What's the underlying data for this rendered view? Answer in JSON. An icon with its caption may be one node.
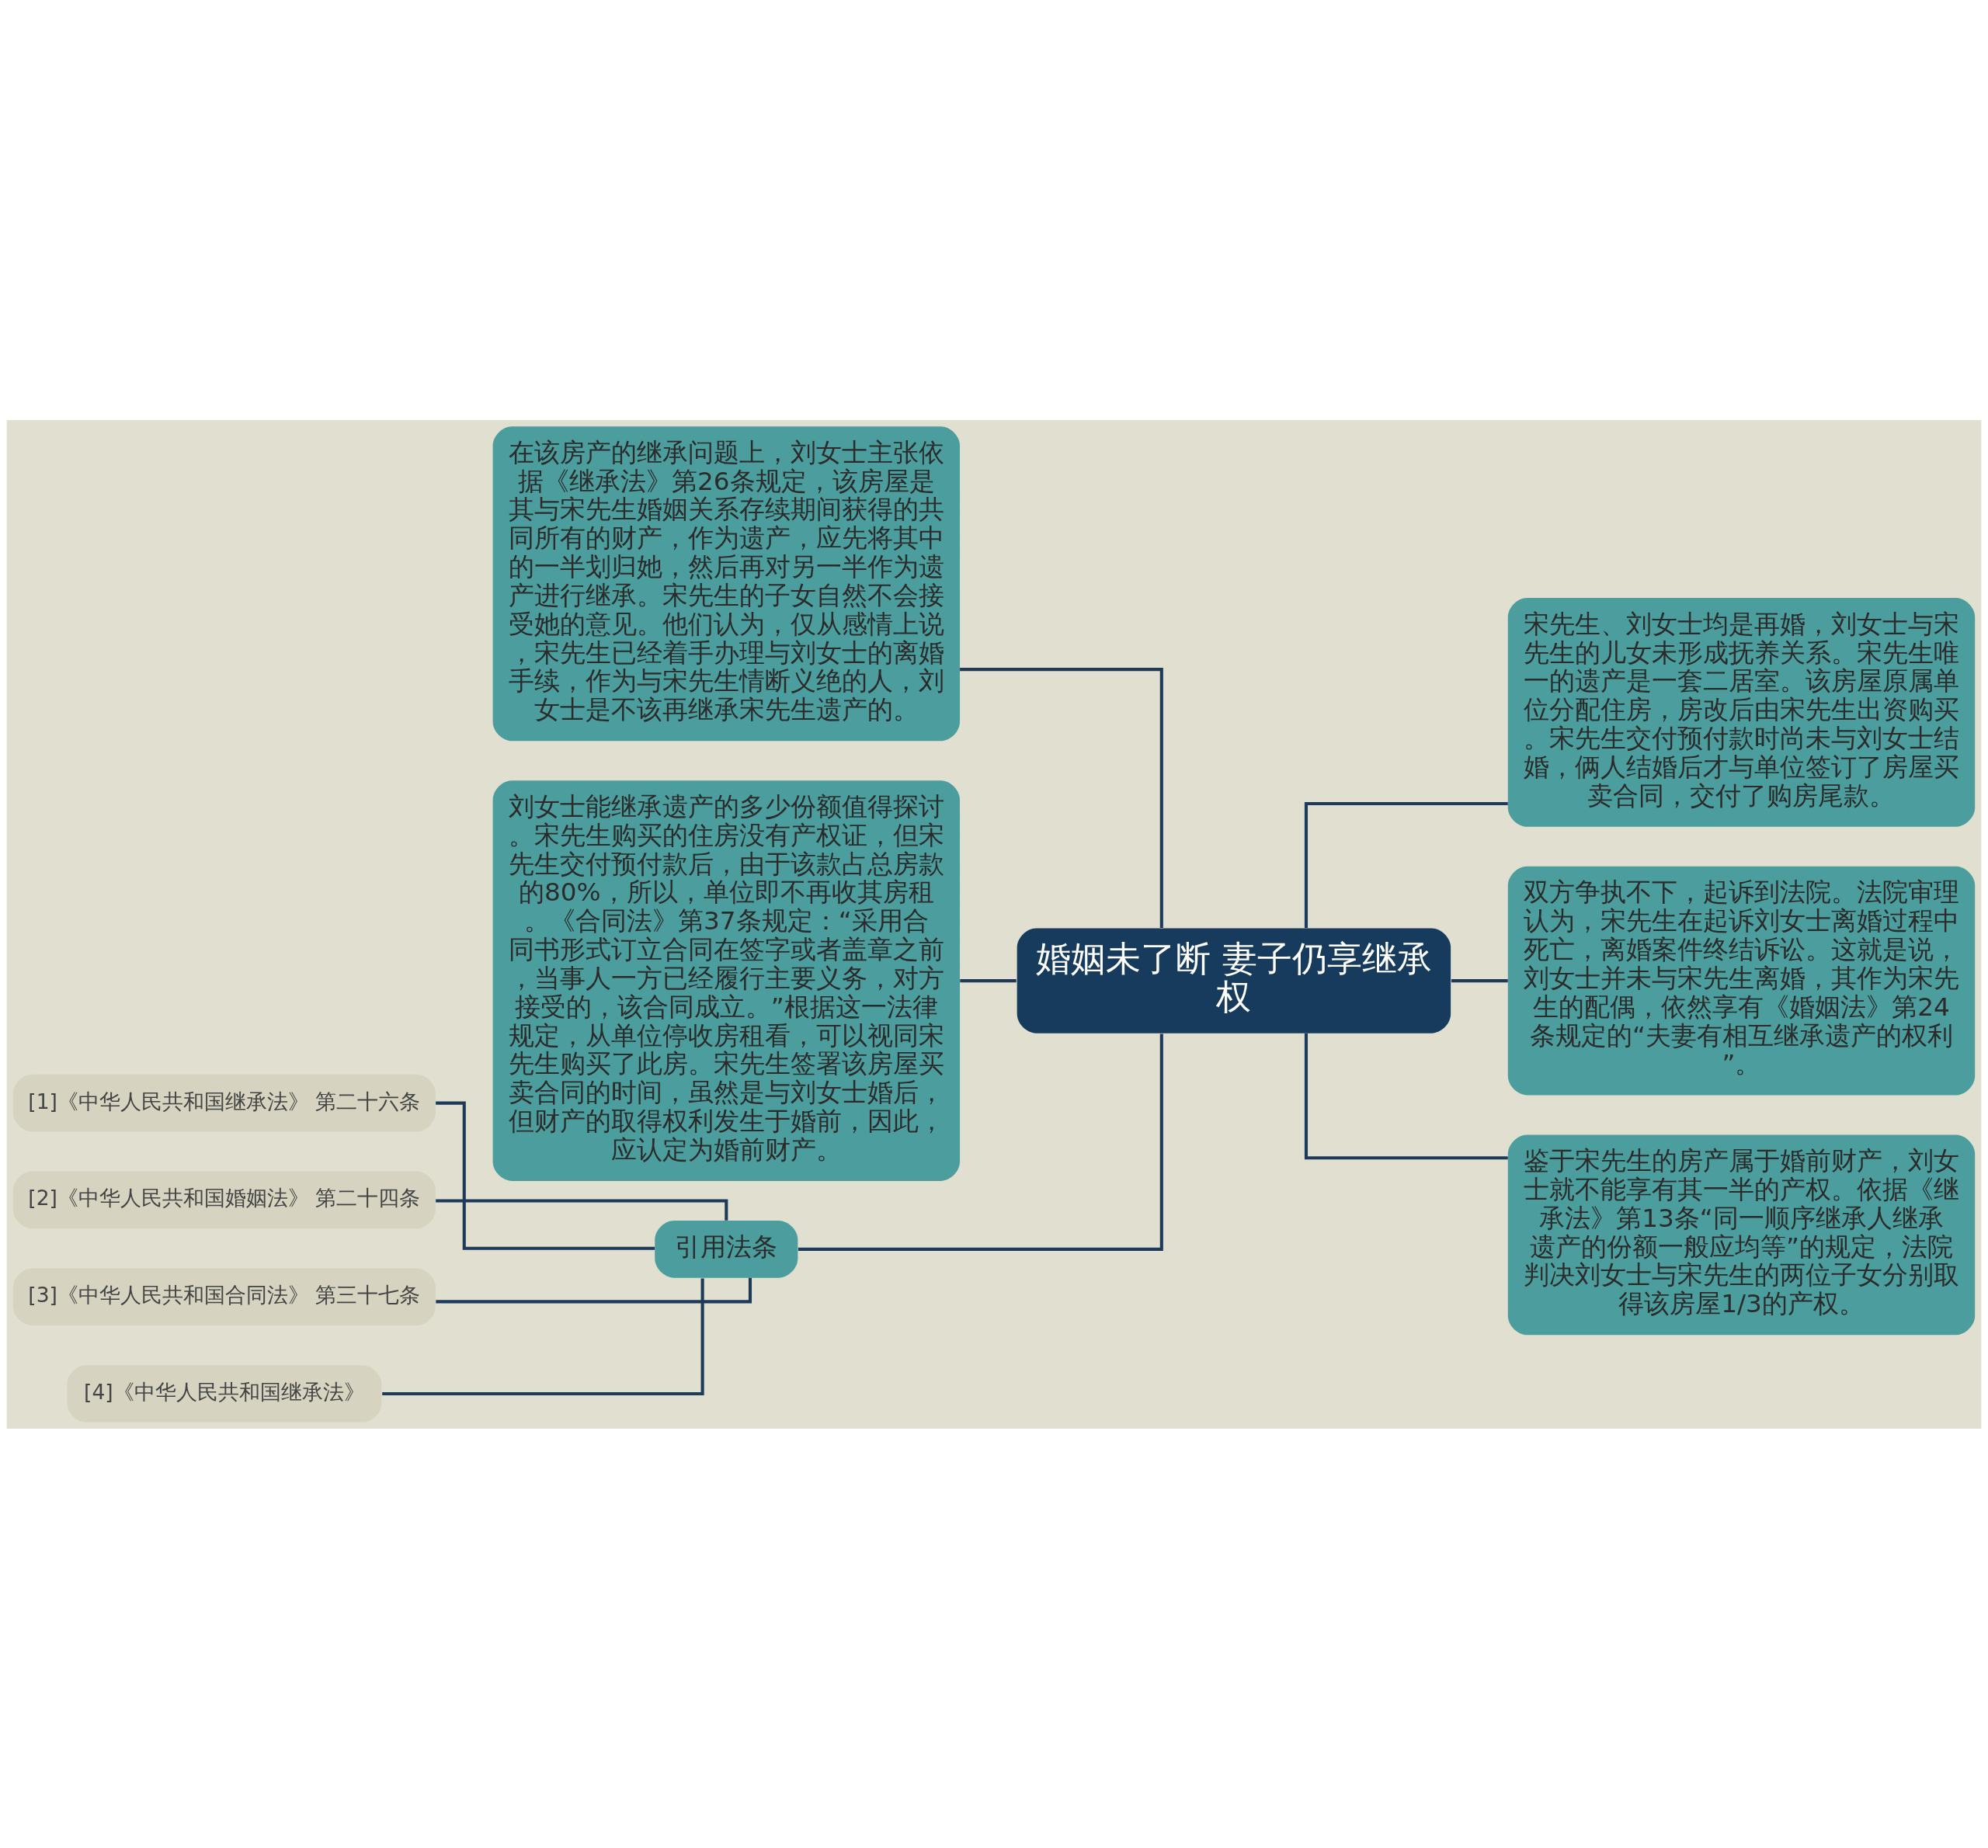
{
  "diagram": {
    "nodes": [
      {
        "text": [
          "婚姻未了断 妻子仍享继承权"
        ]
      },
      {
        "text": [
          "在该房产的继承问题上，刘女士主张依据《继承法》第26条规定，该房屋是其与宋先生婚姻关系存续期间获得的共同所有的财产，作为遗产，应先将其中的一半划归她，然后再对另一半作为遗产进行继承。宋先生的子女自然不会接受她的意见。他们认为，仅从感情上说，宋先生已经着手办理与刘女士的离婚手续，作为与宋先生情断义绝的人，刘女士是不该再继承宋先生遗产的。"
        ]
      },
      {
        "text": [
          "刘女士能继承遗产的多少份额值得探讨。宋先生购买的住房没有产权证，但宋先生交付预付款后，由于该款占总房款的80%，所以，单位即不再收其房租。《合同法》第37条规定：“采用合同书形式订立合同在签字或者盖章之前，当事人一方已经履行主要义务，对方接受的，该合同成立。”根据这一法律规定，从单位停收房租看，可以视同宋先生购买了此房。宋先生签署该房屋买卖合同的时间，虽然是与刘女士婚后，但财产的取得权利发生于婚前，因此，应认定为婚前财产。"
        ]
      },
      {
        "text": [
          "引用法条"
        ]
      },
      {
        "text": [
          "[1]《中华人民共和国继承法》 第二十六条"
        ]
      },
      {
        "text": [
          "[2]《中华人民共和国婚姻法》 第二十四条"
        ]
      },
      {
        "text": [
          "[3]《中华人民共和国合同法》 第三十七条"
        ]
      },
      {
        "text": [
          "[4]《中华人民共和国继承法》"
        ]
      },
      {
        "text": [
          "宋先生、刘女士均是再婚，刘女士与宋先生的儿女未形成抚养关系。宋先生唯一的遗产是一套二居室。该房屋原属单位分配住房，房改后由宋先生出资购买。宋先生交付预付款时尚未与刘女士结婚，俩人结婚后才与单位签订了房屋买卖合同，交付了购房尾款。"
        ]
      },
      {
        "text": [
          "双方争执不下，起诉到法院。法院审理认为，宋先生在起诉刘女士离婚过程中死亡，离婚案件终结诉讼。这就是说，刘女士并未与宋先生离婚，其作为宋先生的配偶，依然享有《婚姻法》第24条规定的“夫妻有相互继承遗产的权利”。"
        ]
      },
      {
        "text": [
          "鉴于宋先生的房产属于婚前财产，刘女士就不能享有其一半的产权。依据《继承法》第13条“同一顺序继承人继承遗产的份额一般应均等”的规定，法院判决刘女士与宋先生的两位子女分别取得该房屋1/3的产权。"
        ]
      }
    ],
    "edges": [
      {
        "from": 0,
        "to": 1,
        "arrow": "none"
      },
      {
        "from": 0,
        "to": 2,
        "arrow": "none"
      },
      {
        "from": 0,
        "to": 3,
        "arrow": "none"
      },
      {
        "from": 3,
        "to": 4,
        "arrow": "none"
      },
      {
        "from": 3,
        "to": 5,
        "arrow": "none"
      },
      {
        "from": 3,
        "to": 6,
        "arrow": "none"
      },
      {
        "from": 3,
        "to": 7,
        "arrow": "none"
      },
      {
        "from": 0,
        "to": 8,
        "arrow": "none"
      },
      {
        "from": 0,
        "to": 9,
        "arrow": "none"
      },
      {
        "from": 0,
        "to": 10,
        "arrow": "none"
      }
    ]
  }
}
